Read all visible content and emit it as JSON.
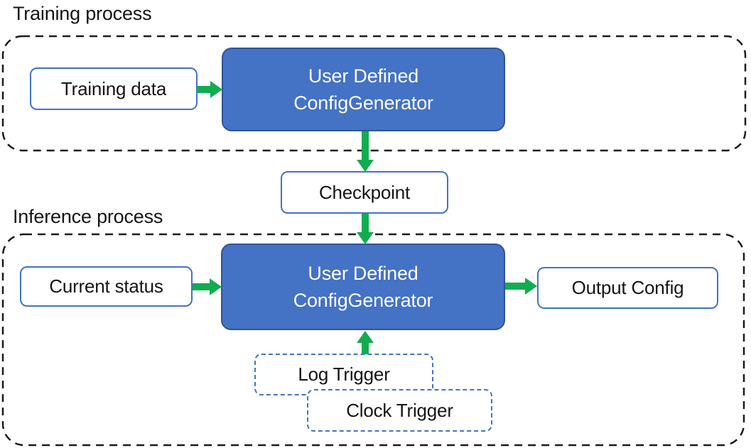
{
  "colors": {
    "accent_blue": "#4472C4",
    "accent_blue_dark": "#2F5597",
    "arrow_green": "#10AD50",
    "dash_black": "#1B1B1B",
    "text_dark": "#151515",
    "text_on_blue": "#FFFFFF"
  },
  "training": {
    "label": "Training process",
    "training_data": "Training data",
    "generator_line1": "User Defined",
    "generator_line2": "ConfigGenerator"
  },
  "checkpoint": {
    "label": "Checkpoint"
  },
  "inference": {
    "label": "Inference process",
    "current_status": "Current status",
    "generator_line1": "User Defined",
    "generator_line2": "ConfigGenerator",
    "output_config": "Output Config",
    "log_trigger": "Log Trigger",
    "clock_trigger": "Clock Trigger"
  },
  "arrows": {
    "color": "#10AD50",
    "items": [
      {
        "name": "training-data-to-generator",
        "direction": "right"
      },
      {
        "name": "generator-to-checkpoint",
        "direction": "down"
      },
      {
        "name": "checkpoint-to-generator",
        "direction": "down"
      },
      {
        "name": "current-status-to-generator",
        "direction": "right"
      },
      {
        "name": "generator-to-output-config",
        "direction": "right"
      },
      {
        "name": "triggers-to-generator",
        "direction": "up"
      }
    ]
  }
}
